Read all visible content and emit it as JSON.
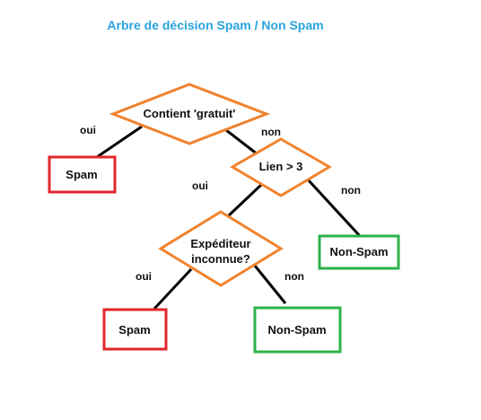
{
  "title": "Arbre de décision Spam / Non Spam",
  "colors": {
    "title": "#29a3dc",
    "decision_stroke": "#f0832e",
    "spam_stroke": "#e0272c",
    "nonspam_stroke": "#2cb24a",
    "edge": "#000000"
  },
  "nodes": {
    "root": {
      "kind": "decision",
      "lines": [
        "Contient 'gratuit'"
      ]
    },
    "lien": {
      "kind": "decision",
      "lines": [
        "Lien > 3"
      ]
    },
    "expediteur": {
      "kind": "decision",
      "lines": [
        "Expéditeur",
        "inconnue?"
      ]
    },
    "spam1": {
      "kind": "spam",
      "lines": [
        "Spam"
      ]
    },
    "nonspam1": {
      "kind": "nonspam",
      "lines": [
        "Non-Spam"
      ]
    },
    "spam2": {
      "kind": "spam",
      "lines": [
        "Spam"
      ]
    },
    "nonspam2": {
      "kind": "nonspam",
      "lines": [
        "Non-Spam"
      ]
    }
  },
  "edges": [
    {
      "from": "root",
      "to": "spam1",
      "label": "oui"
    },
    {
      "from": "root",
      "to": "lien",
      "label": "non"
    },
    {
      "from": "lien",
      "to": "expediteur",
      "label": "oui"
    },
    {
      "from": "lien",
      "to": "nonspam1",
      "label": "non"
    },
    {
      "from": "expediteur",
      "to": "spam2",
      "label": "oui"
    },
    {
      "from": "expediteur",
      "to": "nonspam2",
      "label": "non"
    }
  ]
}
